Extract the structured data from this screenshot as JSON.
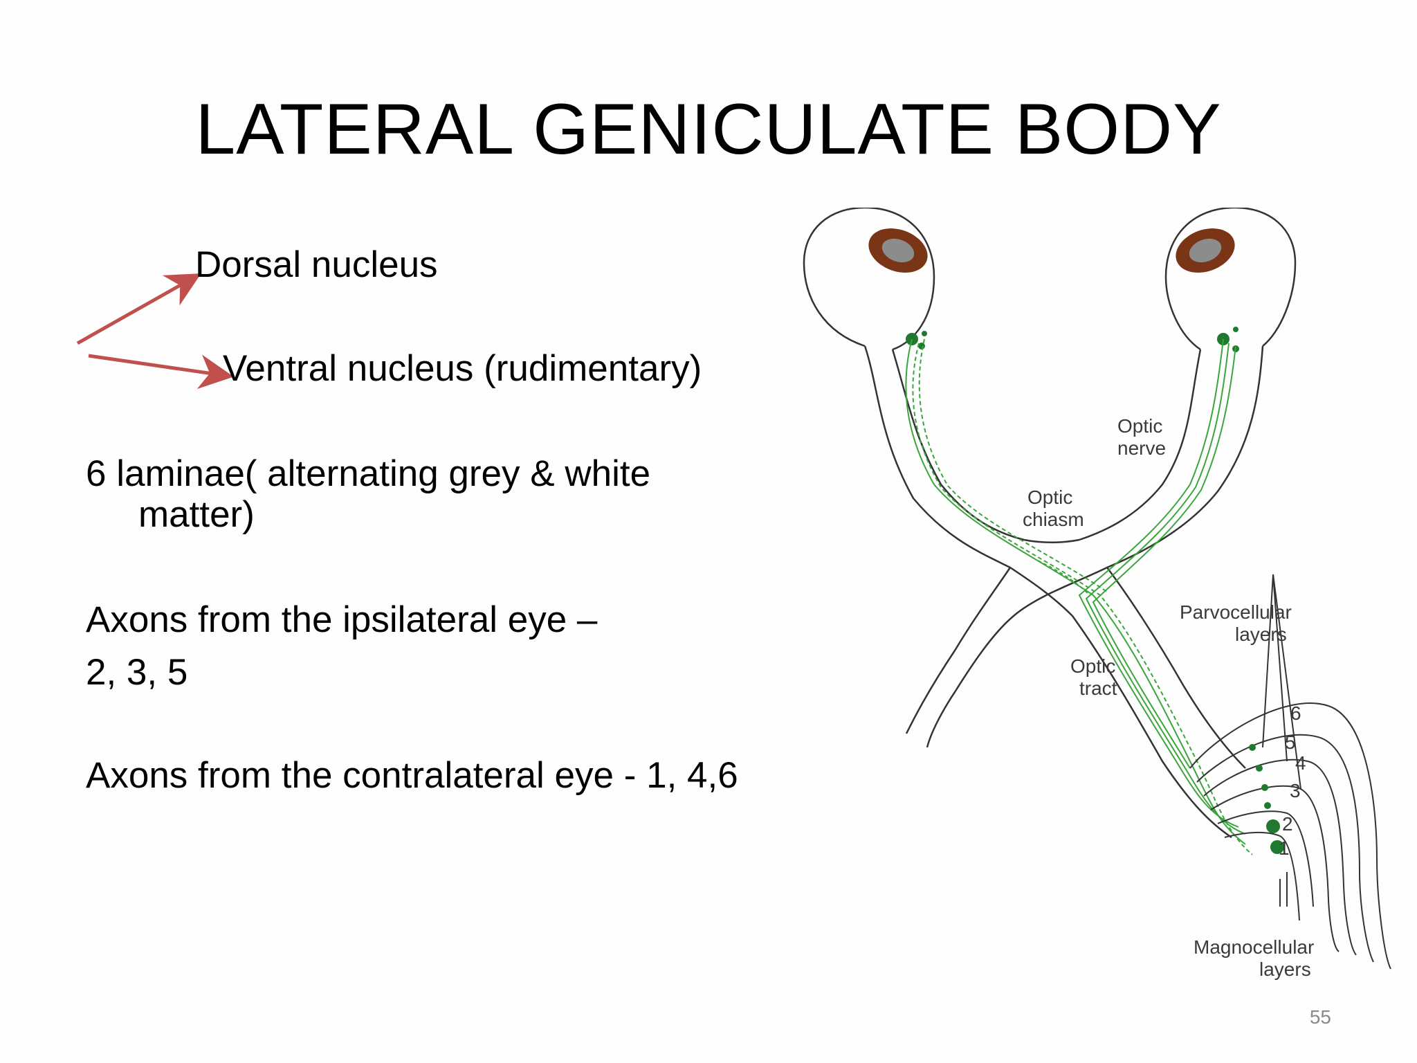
{
  "slide": {
    "title": "LATERAL GENICULATE BODY",
    "page_number": "55",
    "text": {
      "dorsal": "Dorsal nucleus",
      "ventral": "Ventral nucleus (rudimentary)",
      "laminae_line1": "6 laminae( alternating grey & white",
      "laminae_line2": "matter)",
      "ipsilateral_line1": "Axons from the ipsilateral eye –",
      "ipsilateral_line2": "2, 3, 5",
      "contralateral": "Axons from the contralateral eye - 1, 4,6"
    },
    "arrow_color": "#c0504d"
  },
  "diagram": {
    "labels": {
      "optic_nerve_1": "Optic",
      "optic_nerve_2": "nerve",
      "optic_chiasm_1": "Optic",
      "optic_chiasm_2": "chiasm",
      "optic_tract_1": "Optic",
      "optic_tract_2": "tract",
      "parvo_1": "Parvocellular",
      "parvo_2": "layers",
      "magno_1": "Magnocellular",
      "magno_2": "layers"
    },
    "layer_numbers": [
      "6",
      "5",
      "4",
      "3",
      "2",
      "1"
    ],
    "colors": {
      "fiber": "#3aa53a",
      "cell": "#1f7a2f",
      "iris": "#7a3516",
      "pupil": "#8c8c8c",
      "outline": "#333333"
    }
  }
}
